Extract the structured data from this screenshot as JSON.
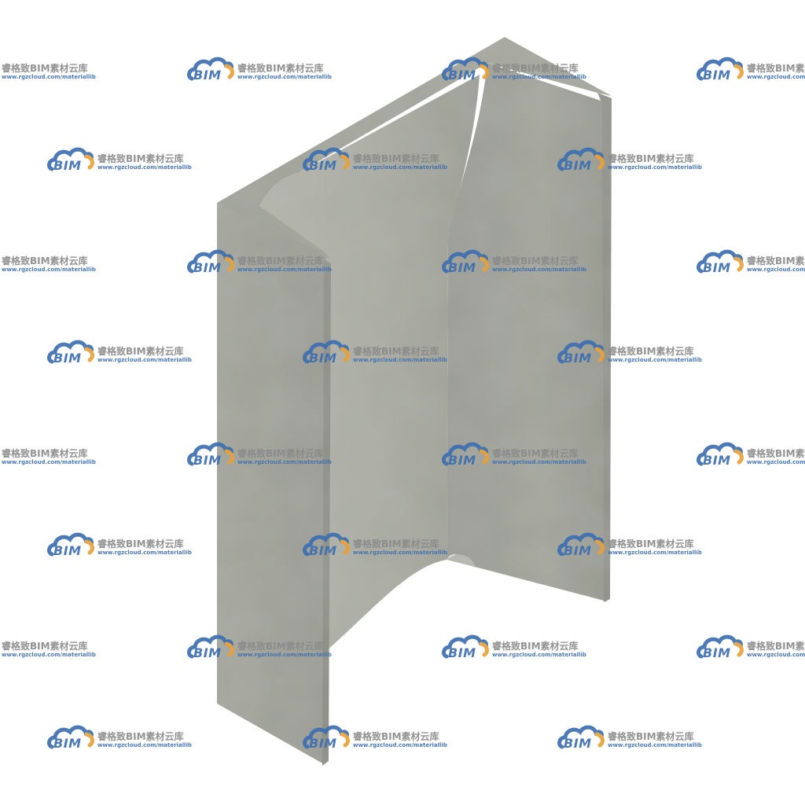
{
  "watermark": {
    "logo_text": "BIM",
    "title": "睿格致BIM素材云库",
    "url": "www.rgzcloud.com/materiallib",
    "cloud_color": "#3d6fb0",
    "accent_color": "#e8a13a",
    "title_color": "#8a8a8a"
  },
  "model": {
    "material_color": "#a3a59b",
    "shadow_color": "#8e9188",
    "highlight_color": "#bdbfb6"
  }
}
